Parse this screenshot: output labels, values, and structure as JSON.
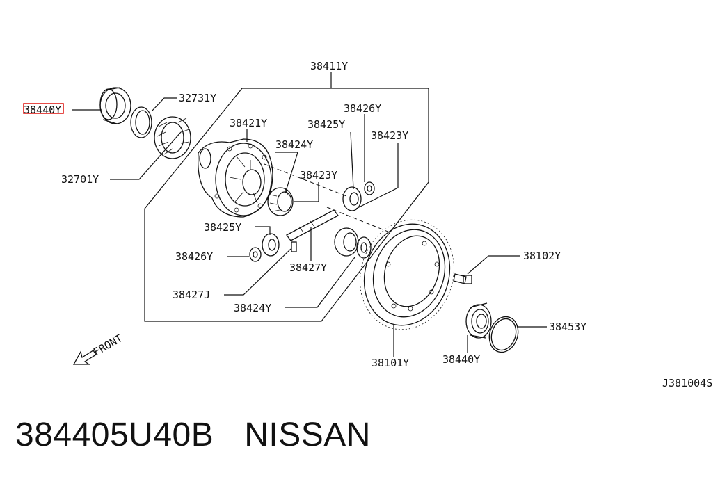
{
  "labels": {
    "l38411": "38411Y",
    "l38440a": "38440",
    "l38440a_suffix": "Y",
    "l32731": "32731Y",
    "l32701": "32701Y",
    "l38421": "38421Y",
    "l38424a": "38424Y",
    "l38426a": "38426Y",
    "l38425a": "38425Y",
    "l38423a": "38423Y",
    "l38423b": "38423Y",
    "l38425b": "38425Y",
    "l38426b": "38426Y",
    "l38427": "38427Y",
    "l38427j": "38427J",
    "l38424b": "38424Y",
    "l38102": "38102Y",
    "l38453": "38453Y",
    "l38101": "38101Y",
    "l38440b": "38440Y",
    "front": "FRONT",
    "ref": "J381004S"
  },
  "caption": {
    "part_number": "384405U40B",
    "brand": "NISSAN"
  },
  "highlight_color": "#e0201c"
}
